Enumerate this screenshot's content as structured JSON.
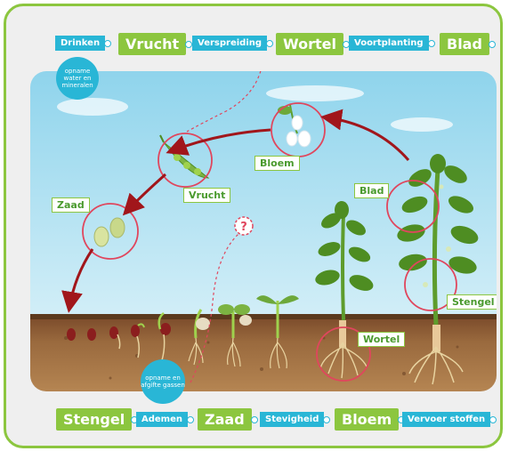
{
  "top_tags": [
    {
      "text": "Drinken",
      "style": "blue"
    },
    {
      "text": "Vrucht",
      "style": "green"
    },
    {
      "text": "Verspreiding",
      "style": "blue"
    },
    {
      "text": "Wortel",
      "style": "green"
    },
    {
      "text": "Voortplanting",
      "style": "blue"
    },
    {
      "text": "Blad",
      "style": "green"
    }
  ],
  "bottom_tags": [
    {
      "text": "Stengel",
      "style": "green"
    },
    {
      "text": "Ademen",
      "style": "blue"
    },
    {
      "text": "Zaad",
      "style": "green"
    },
    {
      "text": "Stevigheid",
      "style": "blue"
    },
    {
      "text": "Bloem",
      "style": "green"
    },
    {
      "text": "Vervoer stoffen",
      "style": "blue"
    }
  ],
  "bubbles": {
    "top": "opname water en mineralen",
    "bottom": "opname en afgifte gassen"
  },
  "scene_labels": {
    "bloem": "Bloem",
    "vrucht": "Vrucht",
    "zaad": "Zaad",
    "blad": "Blad",
    "stengel": "Stengel",
    "wortel": "Wortel",
    "question": "?"
  },
  "colors": {
    "green": "#8cc63f",
    "blue": "#29b6d6",
    "arrow": "#a1161b",
    "circle": "#e0465d"
  }
}
